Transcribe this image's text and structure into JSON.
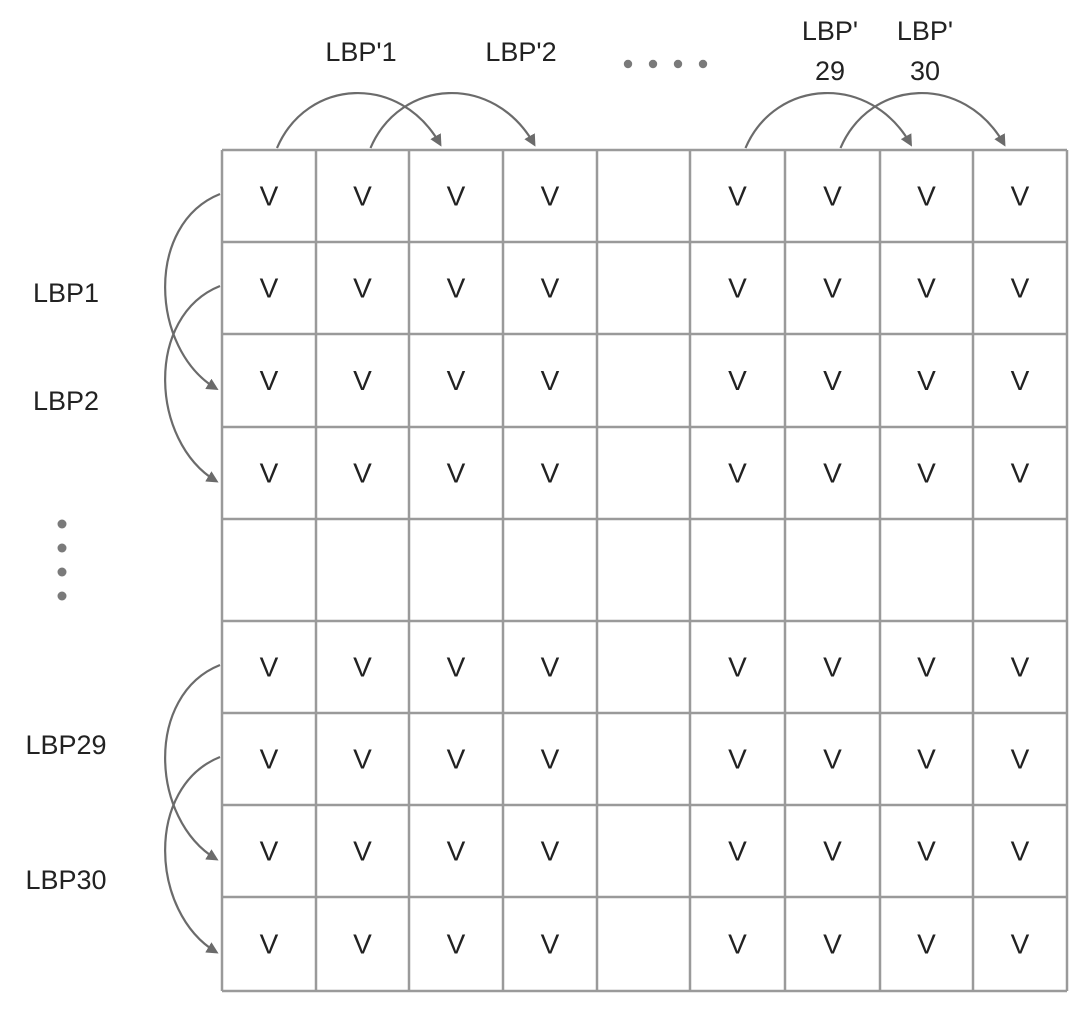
{
  "grid": {
    "rows": 9,
    "cols": 9,
    "cell_symbol": "V",
    "empty_row": 4,
    "empty_col": 4
  },
  "column_labels": [
    {
      "lines": [
        "LBP'1"
      ],
      "from_col": 0,
      "to_col": 2
    },
    {
      "lines": [
        "LBP'2"
      ],
      "from_col": 1,
      "to_col": 3
    },
    {
      "lines": [
        "LBP'",
        "29"
      ],
      "from_col": 5,
      "to_col": 7
    },
    {
      "lines": [
        "LBP'",
        "30"
      ],
      "from_col": 6,
      "to_col": 8
    }
  ],
  "row_labels": [
    {
      "text": "LBP1",
      "from_row": 0,
      "to_row": 2
    },
    {
      "text": "LBP2",
      "from_row": 1,
      "to_row": 3
    },
    {
      "text": "LBP29",
      "from_row": 5,
      "to_row": 7
    },
    {
      "text": "LBP30",
      "from_row": 6,
      "to_row": 8
    }
  ],
  "ellipsis": {
    "horizontal_dots": 4,
    "vertical_dots": 4
  },
  "colors": {
    "grid": "#9a9a9a",
    "arrow": "#6b6b6b",
    "text": "#222222",
    "dots": "#7a7a7a"
  }
}
